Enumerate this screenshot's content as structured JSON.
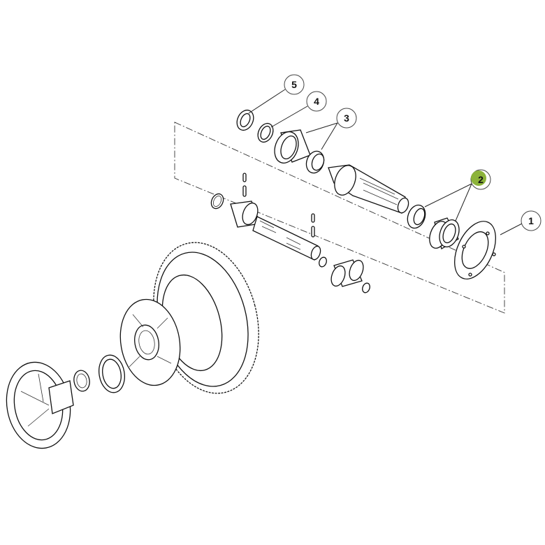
{
  "diagram": {
    "type": "exploded parts diagram",
    "highlight_color": "#8cb33a",
    "callouts": [
      {
        "label": "1",
        "highlighted": false
      },
      {
        "label": "2",
        "highlighted": true
      },
      {
        "label": "3",
        "highlighted": false
      },
      {
        "label": "4",
        "highlighted": false
      },
      {
        "label": "5",
        "highlighted": false
      }
    ]
  }
}
